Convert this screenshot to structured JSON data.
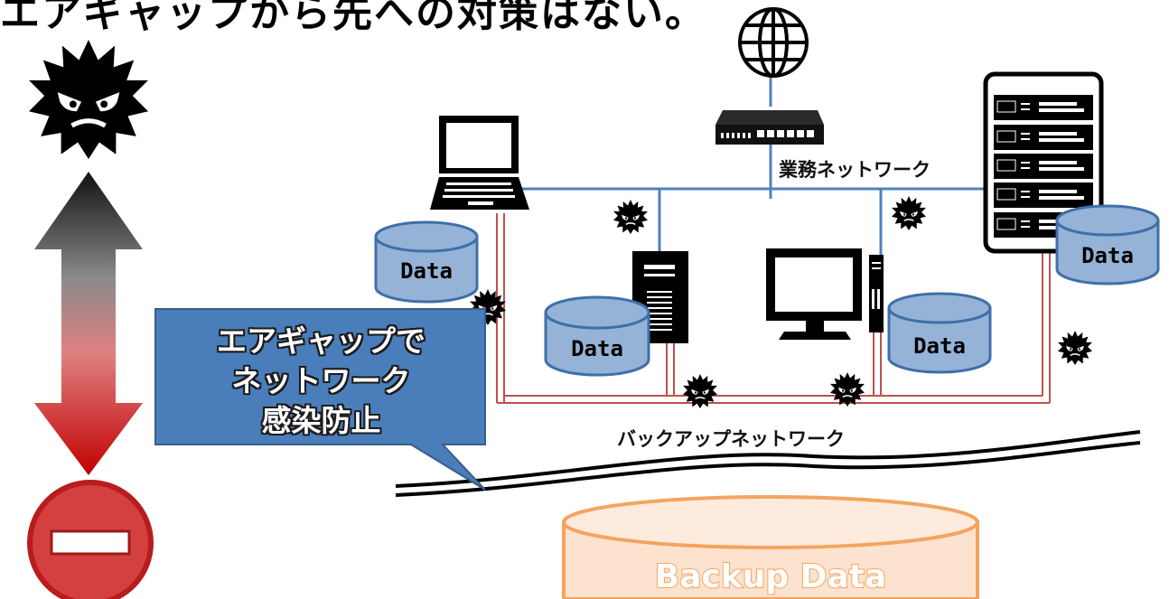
{
  "title": "エアギャップから先への対策はない。",
  "network_labels": {
    "business": "業務ネットワーク",
    "backup": "バックアップネットワーク"
  },
  "callout": {
    "lines": [
      "エアギャップで",
      "ネットワーク",
      "感染防止"
    ]
  },
  "data_labels": {
    "laptop": "Data",
    "tower": "Data",
    "monitor": "Data",
    "server": "Data"
  },
  "backup_label": "Backup Data",
  "icons": [
    "virus-icon",
    "double-arrow",
    "no-entry-icon",
    "globe-icon",
    "network-switch-icon",
    "laptop-icon",
    "tower-server-icon",
    "monitor-icon",
    "rack-server-icon",
    "database-icon"
  ],
  "colors": {
    "business_line": "#4f81bd",
    "backup_line": "#c0504d",
    "database_fill": "#95b3d7",
    "database_stroke": "#3f6fa9",
    "callout_fill": "#4a7ebb",
    "backup_fill": "#fdebdd",
    "backup_stroke": "#f4a460",
    "no_entry": "#c62828"
  }
}
